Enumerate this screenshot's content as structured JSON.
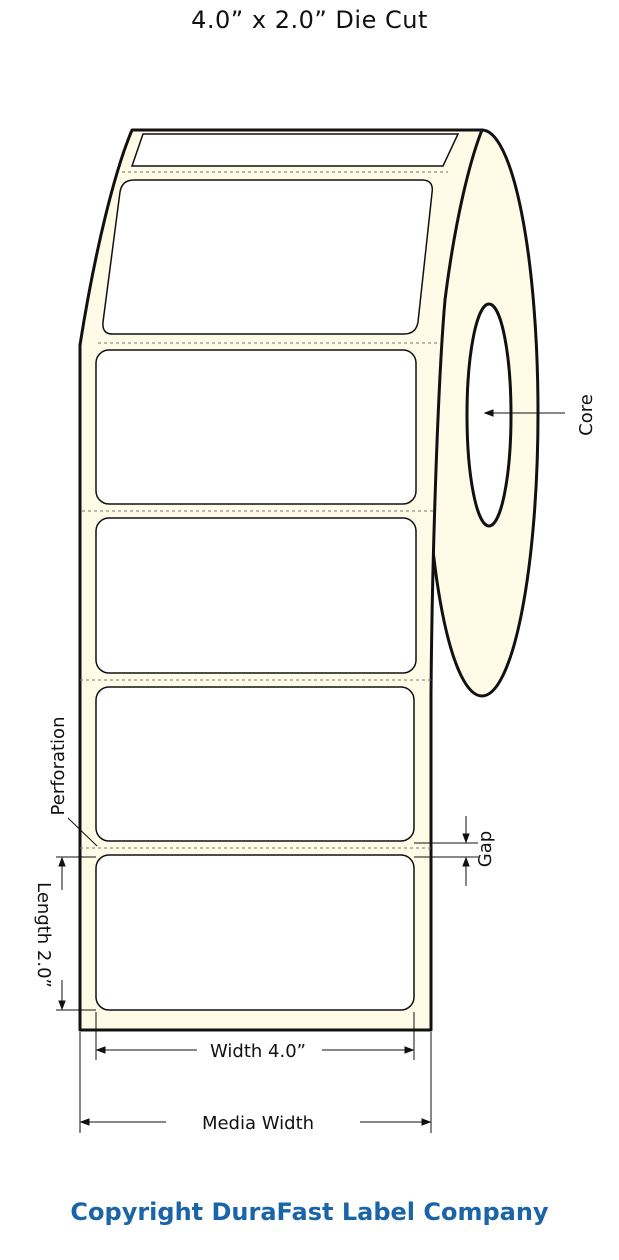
{
  "title": "4.0” x 2.0” Die Cut",
  "labels": {
    "core": "Core",
    "perforation": "Perforation",
    "gap": "Gap",
    "length": "Length  2.0”",
    "width": "Width 4.0”",
    "media_width": "Media Width"
  },
  "footer": "Copyright DuraFast Label Company",
  "colors": {
    "liner": "#fffbe6",
    "label": "#ffffff",
    "outline": "#111111",
    "brand_blue": "#1a64a8"
  }
}
